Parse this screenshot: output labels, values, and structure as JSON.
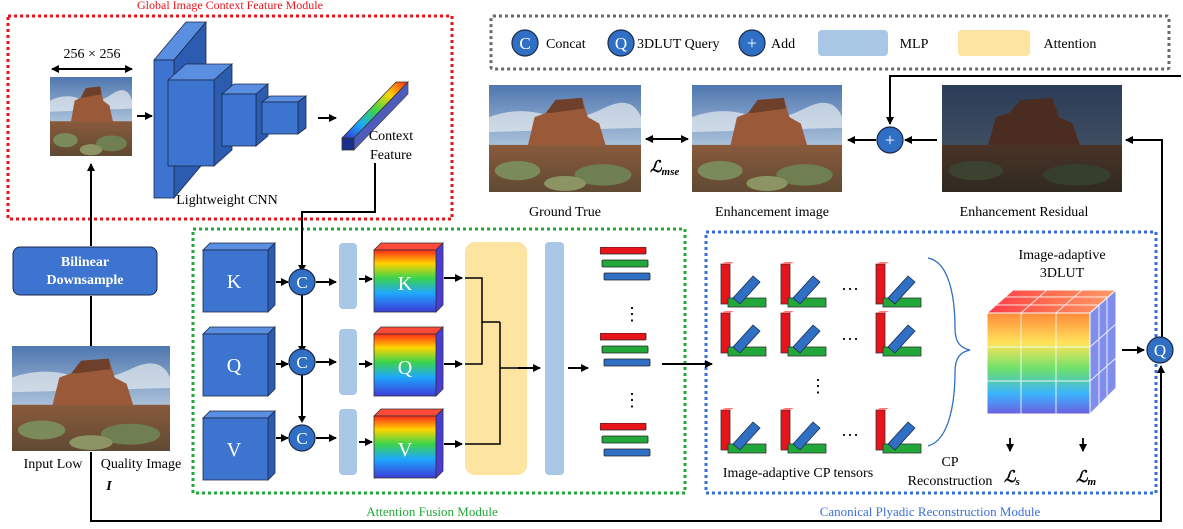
{
  "modules": {
    "global": "Global Image Context Feature Module",
    "attention": "Attention Fusion Module",
    "cp": "Canonical Plyadic Reconstruction Module"
  },
  "legend": {
    "concat_symbol": "C",
    "concat": "Concat",
    "query_symbol": "Q",
    "query": "3DLUT Query",
    "add_symbol": "+",
    "add": "Add",
    "mlp": "MLP",
    "attention": "Attention"
  },
  "labels": {
    "size": "256 × 256",
    "cnn": "Lightweight CNN",
    "context_1": "Context",
    "context_2": "Feature",
    "downsample_1": "Bilinear",
    "downsample_2": "Downsample",
    "input_1": "Input Low",
    "input_2": "Quality Image",
    "input_var": "I",
    "ground_true": "Ground True",
    "enh_image": "Enhancement image",
    "enh_residual": "Enhancement Residual",
    "loss_mse_main": "ℒ",
    "loss_mse_sub": "mse",
    "cp_tensors": "Image-adaptive CP tensors",
    "cp_recon_1": "CP",
    "cp_recon_2": "Reconstruction",
    "lut_1": "Image-adaptive",
    "lut_2": "3DLUT",
    "loss_s_main": "ℒ",
    "loss_s_sub": "s",
    "loss_m_main": "ℒ",
    "loss_m_sub": "m",
    "ellipsis": "…",
    "vdots": "⋮"
  },
  "tokens": {
    "k": "K",
    "q": "Q",
    "v": "V"
  },
  "colors": {
    "red": "#e8141b",
    "green": "#22a83a",
    "blue_dash": "#3a6fd8",
    "gray": "#6b6b6b",
    "node_blue": "#2f6fc4",
    "mlp": "#a9c8e6",
    "attention": "#fde4a0"
  }
}
